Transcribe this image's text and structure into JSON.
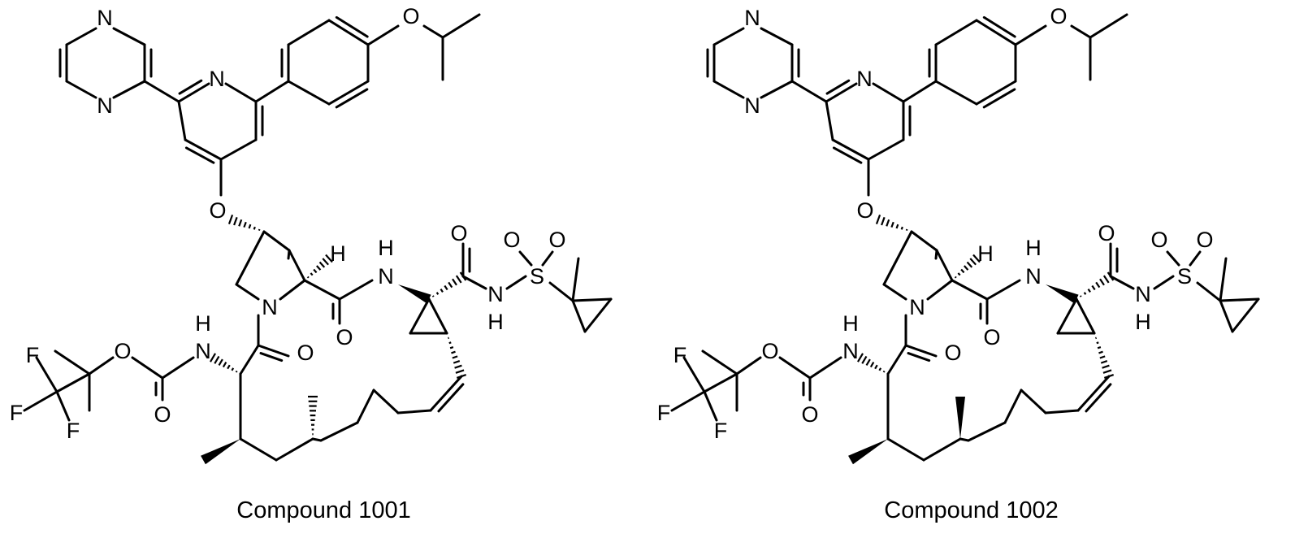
{
  "figure": {
    "compounds": [
      {
        "caption": "Compound 1001",
        "atom_labels": {
          "n_pz1": "N",
          "n_pz2": "N",
          "n_py": "N",
          "o_ar": "O",
          "o_ipr": "O",
          "h_a": "H",
          "n_amide": "H​N",
          "n_amide_n": "N",
          "n_amide_h": "H",
          "o_amide1": "O",
          "o_amide2": "O",
          "n_sulf": "N",
          "n_sulf_h": "H",
          "s": "S",
          "o_s1": "O",
          "o_s2": "O",
          "n_pro": "N",
          "o_pro": "O",
          "n_carb": "N",
          "n_carb_h": "H",
          "o_carb1": "O",
          "o_carb2": "O",
          "f1": "F",
          "f2": "F",
          "f3": "F"
        },
        "methyl_stereo": "hashed"
      },
      {
        "caption": "Compound 1002",
        "atom_labels": {
          "n_pz1": "N",
          "n_pz2": "N",
          "n_py": "N",
          "o_ar": "O",
          "o_ipr": "O",
          "h_a": "H",
          "n_amide": "H​N",
          "n_amide_n": "N",
          "n_amide_h": "H",
          "o_amide1": "O",
          "o_amide2": "O",
          "n_sulf": "N",
          "n_sulf_h": "H",
          "s": "S",
          "o_s1": "O",
          "o_s2": "O",
          "n_pro": "N",
          "o_pro": "O",
          "n_carb": "N",
          "n_carb_h": "H",
          "o_carb1": "O",
          "o_carb2": "O",
          "f1": "F",
          "f2": "F",
          "f3": "F"
        },
        "methyl_stereo": "wedge"
      }
    ]
  }
}
